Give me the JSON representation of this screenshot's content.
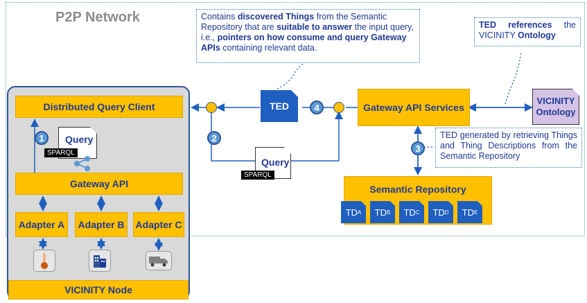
{
  "p2p_title": "P2P Network",
  "node": {
    "client": "Distributed Query Client",
    "gateway_api": "Gateway API",
    "adapters": [
      "Adapter A",
      "Adapter B",
      "Adapter C"
    ],
    "footer": "VICINITY Node",
    "query_label": "Query",
    "sparql_label": "SPARQL"
  },
  "steps": [
    "1",
    "2",
    "3",
    "4"
  ],
  "ted_label": "TED",
  "query2_label": "Query",
  "sparql2_label": "SPARQL",
  "gateway_services": "Gateway API Services",
  "ontology": [
    "VICINITY",
    "Ontology"
  ],
  "semantic_repository": "Semantic Repository",
  "td_items": [
    {
      "base": "TD",
      "sub": "A"
    },
    {
      "base": "TD",
      "sub": "B"
    },
    {
      "base": "TD",
      "sub": "C"
    },
    {
      "base": "TD",
      "sub": "D"
    },
    {
      "base": "TD",
      "sub": "E"
    }
  ],
  "note_top": {
    "p1": "Contains ",
    "b1": "discovered Things",
    "p2": " from the Semantic Repository that are ",
    "b2": "suitable to answer",
    "p3": " the input query, i.e., ",
    "b3": "pointers on how consume and query Gateway APIs",
    "p4": " containing relevant data."
  },
  "note_ted": {
    "b1": "TED references",
    "p1": " the VICINITY ",
    "b2": "Ontology"
  },
  "note_gen": "TED generated by retrieving Things and Thing Descriptions from the Semantic Repository",
  "colors": {
    "accent": "#ffc000",
    "blue": "#1f5fbf",
    "border": "#2f5597"
  },
  "icons": [
    "thermometer-icon",
    "building-icon",
    "truck-icon",
    "share-icon"
  ]
}
